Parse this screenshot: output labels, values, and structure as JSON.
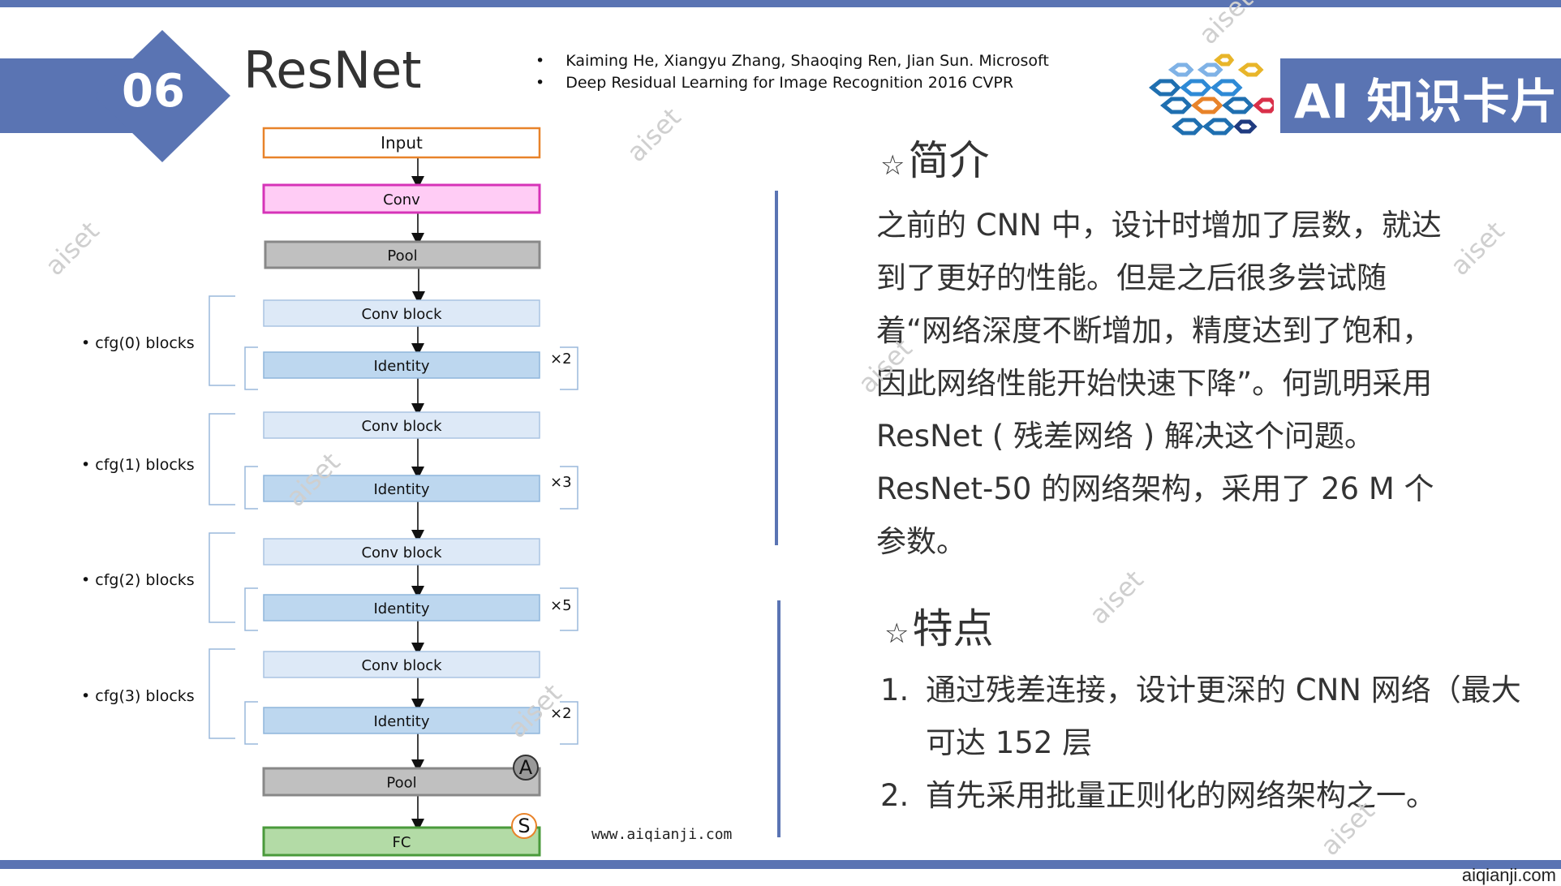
{
  "header": {
    "number": "06",
    "title": "ResNet",
    "references": [
      "Kaiming He, Xiangyu Zhang, Shaoqing Ren, Jian Sun. Microsoft",
      "Deep Residual Learning for Image Recognition   2016 CVPR"
    ],
    "brand": "AI 知识卡片"
  },
  "diagram": {
    "nodes": [
      {
        "label": "Input"
      },
      {
        "label": "Conv"
      },
      {
        "label": "Pool"
      },
      {
        "label": "Conv block"
      },
      {
        "label": "Identity"
      },
      {
        "label": "Conv block"
      },
      {
        "label": "Identity"
      },
      {
        "label": "Conv block"
      },
      {
        "label": "Identity"
      },
      {
        "label": "Conv block"
      },
      {
        "label": "Identity"
      },
      {
        "label": "Pool"
      },
      {
        "label": "FC"
      }
    ],
    "groups": [
      {
        "label": "cfg(0) blocks",
        "repeat": "×2"
      },
      {
        "label": "cfg(1) blocks",
        "repeat": "×3"
      },
      {
        "label": "cfg(2) blocks",
        "repeat": "×5"
      },
      {
        "label": "cfg(3) blocks",
        "repeat": "×2"
      }
    ],
    "badges": {
      "pool": "A",
      "fc": "S"
    },
    "colors": {
      "input_border": "#e8832a",
      "conv_fill": "#ffccf5",
      "conv_border": "#d633b8",
      "pool_fill": "#c0c0c0",
      "convblock_fill": "#dde9f7",
      "identity_fill": "#bdd7ef",
      "fc_fill": "#b3dba6",
      "fc_border": "#4a9a3b"
    }
  },
  "url": "www.aiqianji.com",
  "intro": {
    "heading": "简介",
    "text": "之前的 CNN 中，设计时增加了层数，就达到了更好的性能。但是之后很多尝试随着“网络深度不断增加，精度达到了饱和，因此网络性能开始快速下降”。何凯明采用 ResNet ( 残差网络 ) 解决这个问题。ResNet-50 的网络架构，采用了 26 M 个参数。"
  },
  "features": {
    "heading": "特点",
    "items": [
      {
        "num": "1.",
        "text": "通过残差连接，设计更深的 CNN 网络（最大可达 152 层"
      },
      {
        "num": "2.",
        "text": "首先采用批量正则化的网络架构之一。"
      }
    ]
  },
  "watermark": "aiset",
  "corner_url": "aiqianji.com",
  "accent_color": "#5a74b3"
}
